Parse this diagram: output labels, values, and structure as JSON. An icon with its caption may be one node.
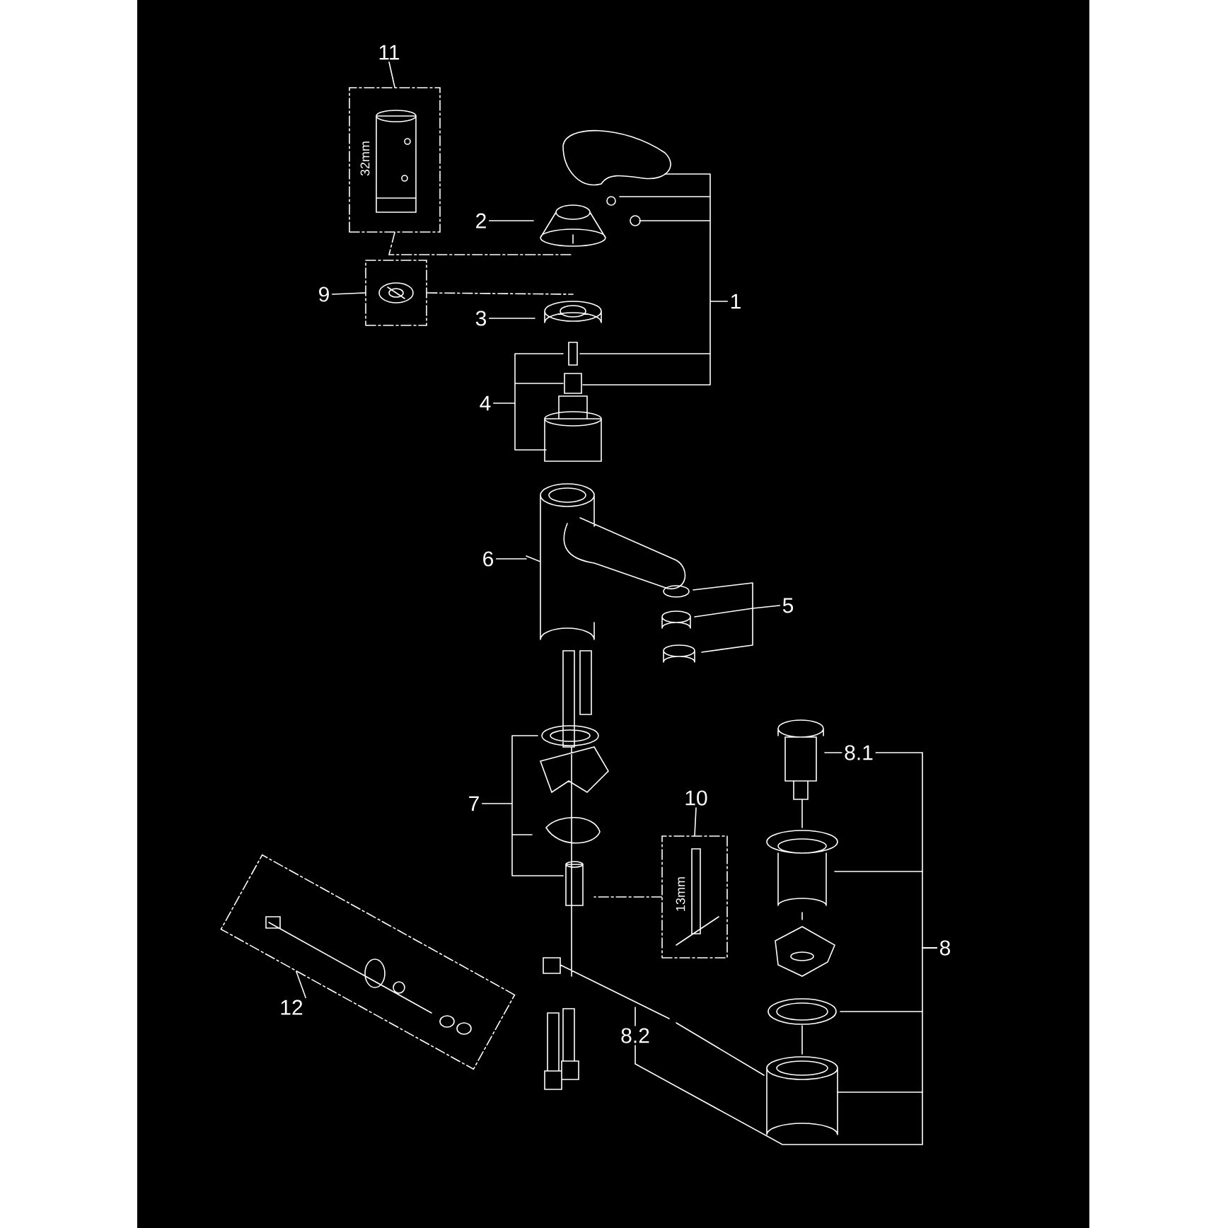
{
  "diagram": {
    "nodes": [
      {
        "text": [
          "11"
        ]
      },
      {
        "text": [],
        "shape": "box"
      },
      {
        "text": [
          "2"
        ]
      },
      {
        "text": [
          "9"
        ]
      },
      {
        "text": [],
        "shape": "box"
      },
      {
        "text": [
          "3"
        ]
      },
      {
        "text": [
          "1"
        ]
      },
      {
        "text": [
          "4"
        ]
      },
      {
        "text": [
          "6"
        ]
      },
      {
        "text": [
          "5"
        ]
      },
      {
        "text": [
          "7"
        ]
      },
      {
        "text": [
          "8.1"
        ]
      },
      {
        "text": [
          "10"
        ]
      },
      {
        "text": [],
        "shape": "box"
      },
      {
        "text": [
          "8"
        ]
      },
      {
        "text": [],
        "shape": "box"
      },
      {
        "text": [
          "12"
        ]
      },
      {
        "text": [
          "8.2"
        ]
      }
    ],
    "edges": [
      {
        "from": 0,
        "to": 1,
        "arrow": "none"
      },
      {
        "from": 2,
        "to": null,
        "arrow": "none"
      },
      {
        "from": 3,
        "to": 4,
        "arrow": "none"
      },
      {
        "from": 5,
        "to": null,
        "arrow": "none"
      },
      {
        "from": 6,
        "to": null,
        "arrow": "none"
      },
      {
        "from": 7,
        "to": null,
        "arrow": "none"
      },
      {
        "from": 8,
        "to": null,
        "arrow": "none"
      },
      {
        "from": 9,
        "to": null,
        "arrow": "none"
      },
      {
        "from": 10,
        "to": null,
        "arrow": "none"
      },
      {
        "from": 12,
        "to": 15,
        "arrow": "none"
      },
      {
        "from": 11,
        "to": null,
        "arrow": "none"
      },
      {
        "from": 14,
        "to": 11,
        "arrow": "none"
      },
      {
        "from": 14,
        "to": 17,
        "arrow": "none"
      },
      {
        "from": 14,
        "to": null,
        "arrow": "none"
      },
      {
        "from": 16,
        "to": 13,
        "arrow": "none"
      },
      {
        "from": 17,
        "to": null,
        "arrow": "none"
      },
      {
        "from": 1,
        "to": null,
        "arrow": "none",
        "style": "dashed"
      },
      {
        "from": 4,
        "to": null,
        "arrow": "none",
        "style": "dashed"
      },
      {
        "from": 15,
        "to": null,
        "arrow": "none",
        "style": "dashed"
      }
    ],
    "labels": [
      "32mm",
      "13mm"
    ]
  }
}
